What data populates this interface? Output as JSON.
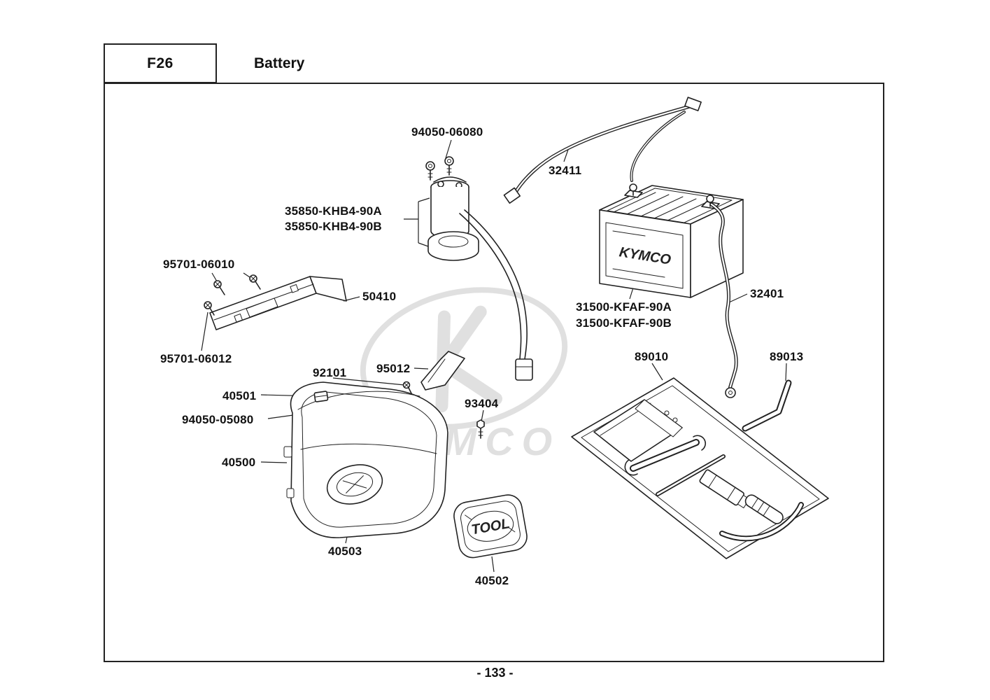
{
  "header": {
    "code": "F26",
    "title": "Battery"
  },
  "footer": {
    "page_number": "- 133 -"
  },
  "watermark": {
    "brand": "KYMCO"
  },
  "illustration": {
    "battery_brand": "KYMCO",
    "tool_cap_text": "TOOL"
  },
  "parts": [
    {
      "label": "94050-06080"
    },
    {
      "label": "32411"
    },
    {
      "label": "35850-KHB4-90A"
    },
    {
      "label": "35850-KHB4-90B"
    },
    {
      "label": "95701-06010"
    },
    {
      "label": "50410"
    },
    {
      "label": "95701-06012"
    },
    {
      "label": "31500-KFAF-90A"
    },
    {
      "label": "31500-KFAF-90B"
    },
    {
      "label": "32401"
    },
    {
      "label": "92101"
    },
    {
      "label": "95012"
    },
    {
      "label": "93404"
    },
    {
      "label": "89010"
    },
    {
      "label": "89013"
    },
    {
      "label": "40501"
    },
    {
      "label": "94050-05080"
    },
    {
      "label": "40500"
    },
    {
      "label": "40503"
    },
    {
      "label": "40502"
    }
  ],
  "colors": {
    "line": "#222222",
    "watermark": "#c3c3c3",
    "background": "#ffffff"
  }
}
